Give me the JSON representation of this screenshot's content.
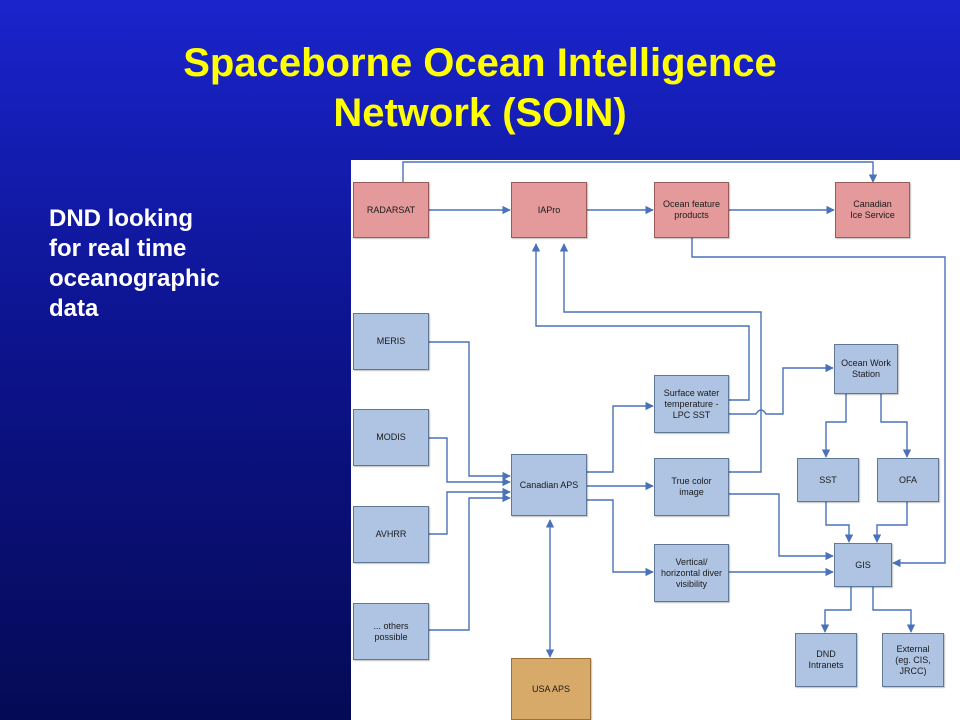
{
  "slide": {
    "title_line1": "Spaceborne Ocean Intelligence",
    "title_line2": "Network (SOIN)",
    "side_lines": [
      "DND looking",
      "for real time",
      "oceanographic",
      "data"
    ]
  },
  "diagram": {
    "nodes": {
      "radarsat": "RADARSAT",
      "iapro": "IAPro",
      "ocean_feature_l1": "Ocean feature",
      "ocean_feature_l2": "products",
      "cis_l1": "Canadian",
      "cis_l2": "Ice Service",
      "meris": "MERIS",
      "modis": "MODIS",
      "avhrr": "AVHRR",
      "others_l1": "... others",
      "others_l2": "possible",
      "canadian_aps": "Canadian APS",
      "usa_aps": "USA APS",
      "sst_product_l1": "Surface water",
      "sst_product_l2": "temperature -",
      "sst_product_l3": "LPC SST",
      "true_color_l1": "True color",
      "true_color_l2": "image",
      "diver_l1": "Vertical/",
      "diver_l2": "horizontal diver",
      "diver_l3": "visibility",
      "ows_l1": "Ocean Work",
      "ows_l2": "Station",
      "sst": "SST",
      "ofa": "OFA",
      "gis": "GIS",
      "dnd_l1": "DND",
      "dnd_l2": "Intranets",
      "external_l1": "External",
      "external_l2": "(eg. CIS,",
      "external_l3": "JRCC)"
    }
  }
}
